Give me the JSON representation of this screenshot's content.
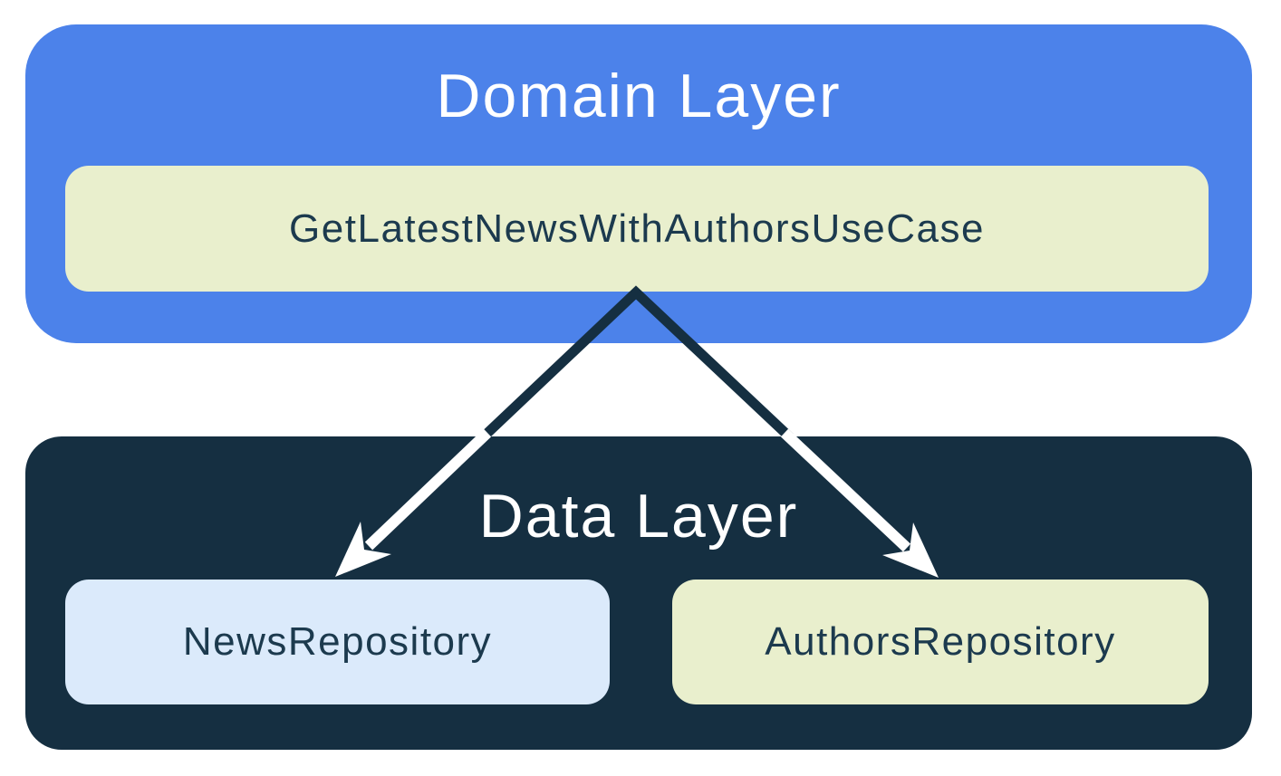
{
  "colors": {
    "blue": "#4C82EA",
    "navy": "#152F41",
    "cream": "#E9EFCD",
    "lightblue": "#DBEAFB",
    "ink": "#1C3A4E",
    "white": "#FFFFFF"
  },
  "domain_layer": {
    "title": "Domain Layer",
    "usecase_label": "GetLatestNewsWithAuthorsUseCase"
  },
  "data_layer": {
    "title": "Data Layer",
    "repos": [
      {
        "label": "NewsRepository"
      },
      {
        "label": "AuthorsRepository"
      }
    ]
  },
  "arrows": [
    {
      "from": "GetLatestNewsWithAuthorsUseCase",
      "to": "NewsRepository"
    },
    {
      "from": "GetLatestNewsWithAuthorsUseCase",
      "to": "AuthorsRepository"
    }
  ]
}
